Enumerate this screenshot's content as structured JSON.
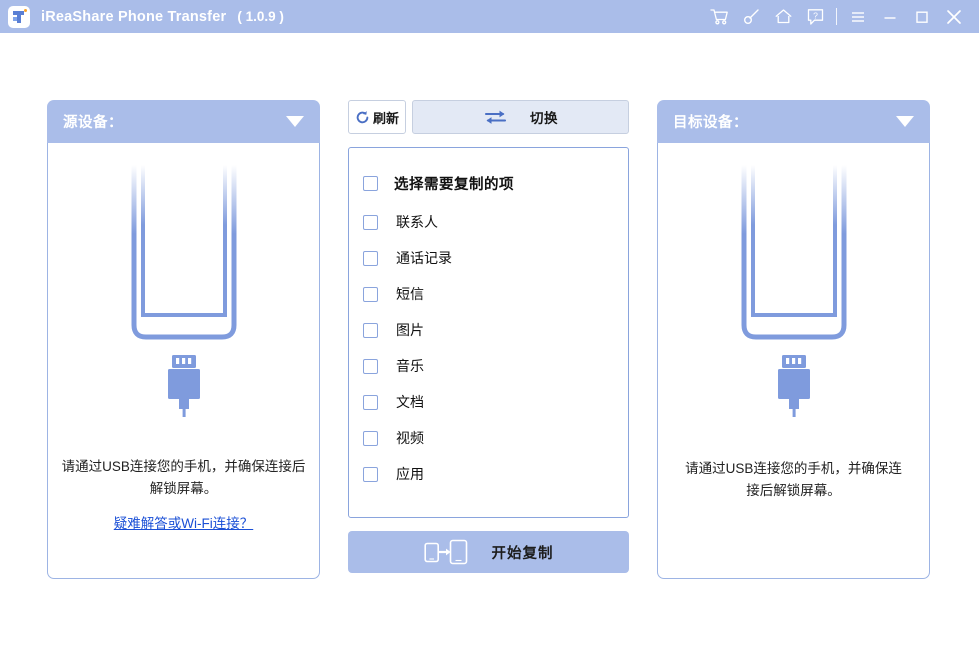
{
  "titlebar": {
    "app_name": "iReaShare Phone Transfer",
    "version": "( 1.0.9 )",
    "logo_icon": "app-logo-icon",
    "actions": [
      {
        "name": "cart-icon",
        "tooltip": "Store"
      },
      {
        "name": "key-icon",
        "tooltip": "Register"
      },
      {
        "name": "home-icon",
        "tooltip": "Home"
      },
      {
        "name": "help-icon",
        "tooltip": "Help"
      },
      {
        "name": "menu-icon",
        "tooltip": "Menu"
      },
      {
        "name": "minimize-icon",
        "tooltip": "Minimize"
      },
      {
        "name": "maximize-icon",
        "tooltip": "Maximize"
      },
      {
        "name": "close-icon",
        "tooltip": "Close"
      }
    ]
  },
  "source_panel": {
    "header_label": "源设备：",
    "caret_icon": "chevron-down-icon",
    "device_art_icon": "phone-usb-icon",
    "hint": "请通过USB连接您的手机，并确保连接后解锁屏幕。",
    "link_label": "疑难解答或Wi-Fi连接？"
  },
  "target_panel": {
    "header_label": "目标设备：",
    "caret_icon": "chevron-down-icon",
    "device_art_icon": "phone-usb-icon",
    "hint": "请通过USB连接您的手机，并确保连接后解锁屏幕。"
  },
  "toolbar": {
    "refresh_label": "刷新",
    "refresh_icon": "refresh-icon",
    "switch_label": "切换",
    "switch_icon": "swap-arrows-icon"
  },
  "options": {
    "header_label": "选择需要复制的项",
    "header_checked": false,
    "items": [
      {
        "label": "联系人",
        "checked": false
      },
      {
        "label": "通话记录",
        "checked": false
      },
      {
        "label": "短信",
        "checked": false
      },
      {
        "label": "图片",
        "checked": false
      },
      {
        "label": "音乐",
        "checked": false
      },
      {
        "label": "文档",
        "checked": false
      },
      {
        "label": "视频",
        "checked": false
      },
      {
        "label": "应用",
        "checked": false
      }
    ]
  },
  "start_button": {
    "label": "开始复制",
    "icon": "phone-to-phone-icon"
  },
  "colors": {
    "brand_blue": "#aabde9",
    "panel_border": "#9db4e4",
    "link_blue": "#1a4fd6",
    "switch_bg": "#e3e9f5",
    "accent_orange": "#f7a22b"
  }
}
